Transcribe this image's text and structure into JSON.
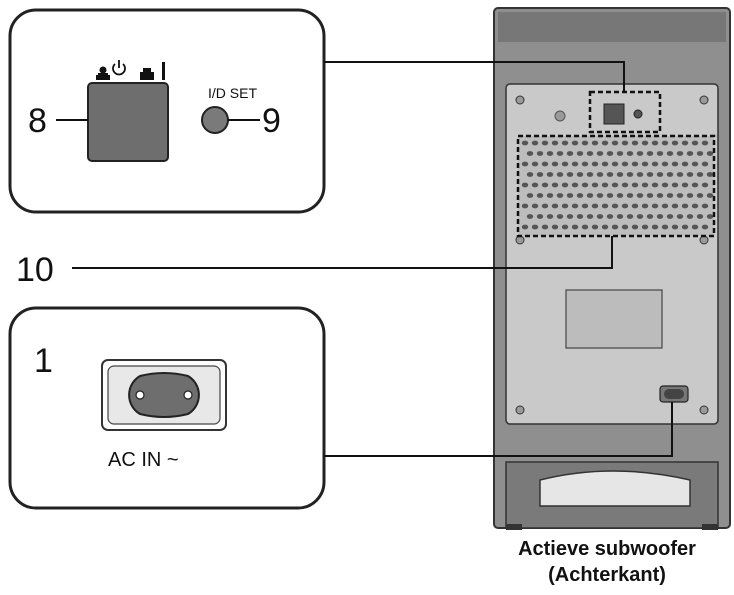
{
  "callouts": {
    "power_switch_number": "8",
    "id_set_number": "9",
    "vent_number": "10",
    "ac_inlet_number": "1"
  },
  "labels": {
    "id_set": "I/D SET",
    "ac_in": "AC IN ~"
  },
  "caption": {
    "line1": "Actieve subwoofer",
    "line2": "(Achterkant)"
  }
}
